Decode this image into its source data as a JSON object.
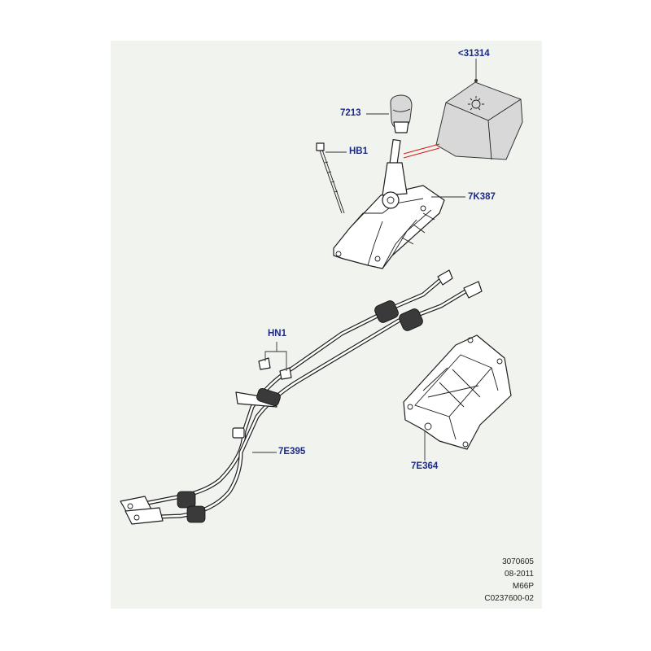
{
  "callouts": {
    "c31314": "<31314",
    "c7213": "7213",
    "hb1": "HB1",
    "c7k387": "7K387",
    "hn1": "HN1",
    "c7e395": "7E395",
    "c7e364": "7E364"
  },
  "reference": {
    "code": "3070605",
    "date": "08-2011",
    "model": "M66P",
    "catalog": "C0237600-02"
  }
}
